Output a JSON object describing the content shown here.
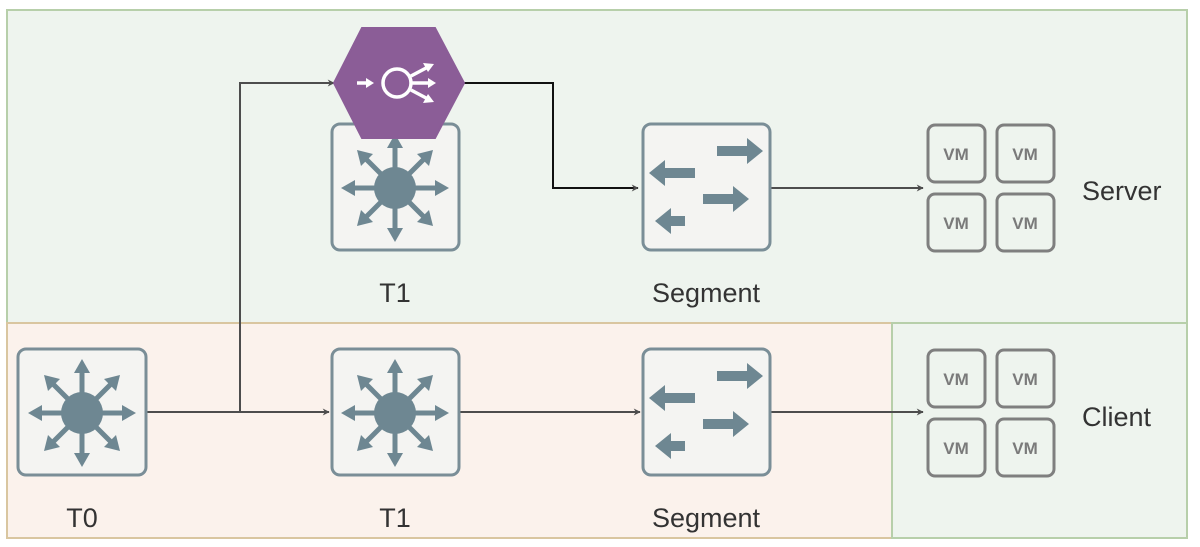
{
  "zones": {
    "server_zone": {
      "fill": "#eef4ee",
      "stroke": "#b7cfaa"
    },
    "client_zone": {
      "fill": "#fbf2ec",
      "stroke": "#d9c6a0"
    },
    "client_vm_zone": {
      "fill": "#eef4ee",
      "stroke": "#b7cfaa"
    }
  },
  "nodes": {
    "t0": {
      "label": "T0",
      "icon": "router-icon"
    },
    "t1_server": {
      "label": "T1",
      "icon": "router-icon"
    },
    "t1_client": {
      "label": "T1",
      "icon": "router-icon"
    },
    "segment_server": {
      "label": "Segment",
      "icon": "switch-icon"
    },
    "segment_client": {
      "label": "Segment",
      "icon": "switch-icon"
    },
    "load_balancer": {
      "icon": "load-balancer-icon",
      "fill": "#8b5d97"
    }
  },
  "vm_groups": {
    "server": {
      "label": "Server",
      "vms": [
        "VM",
        "VM",
        "VM",
        "VM"
      ]
    },
    "client": {
      "label": "Client",
      "vms": [
        "VM",
        "VM",
        "VM",
        "VM"
      ]
    }
  },
  "colors": {
    "node_fill": "#f4f4f2",
    "node_stroke": "#7a8e97",
    "icon": "#6e8792",
    "edge": "#4d4d4d",
    "vm_stroke": "#7f7f7f"
  }
}
